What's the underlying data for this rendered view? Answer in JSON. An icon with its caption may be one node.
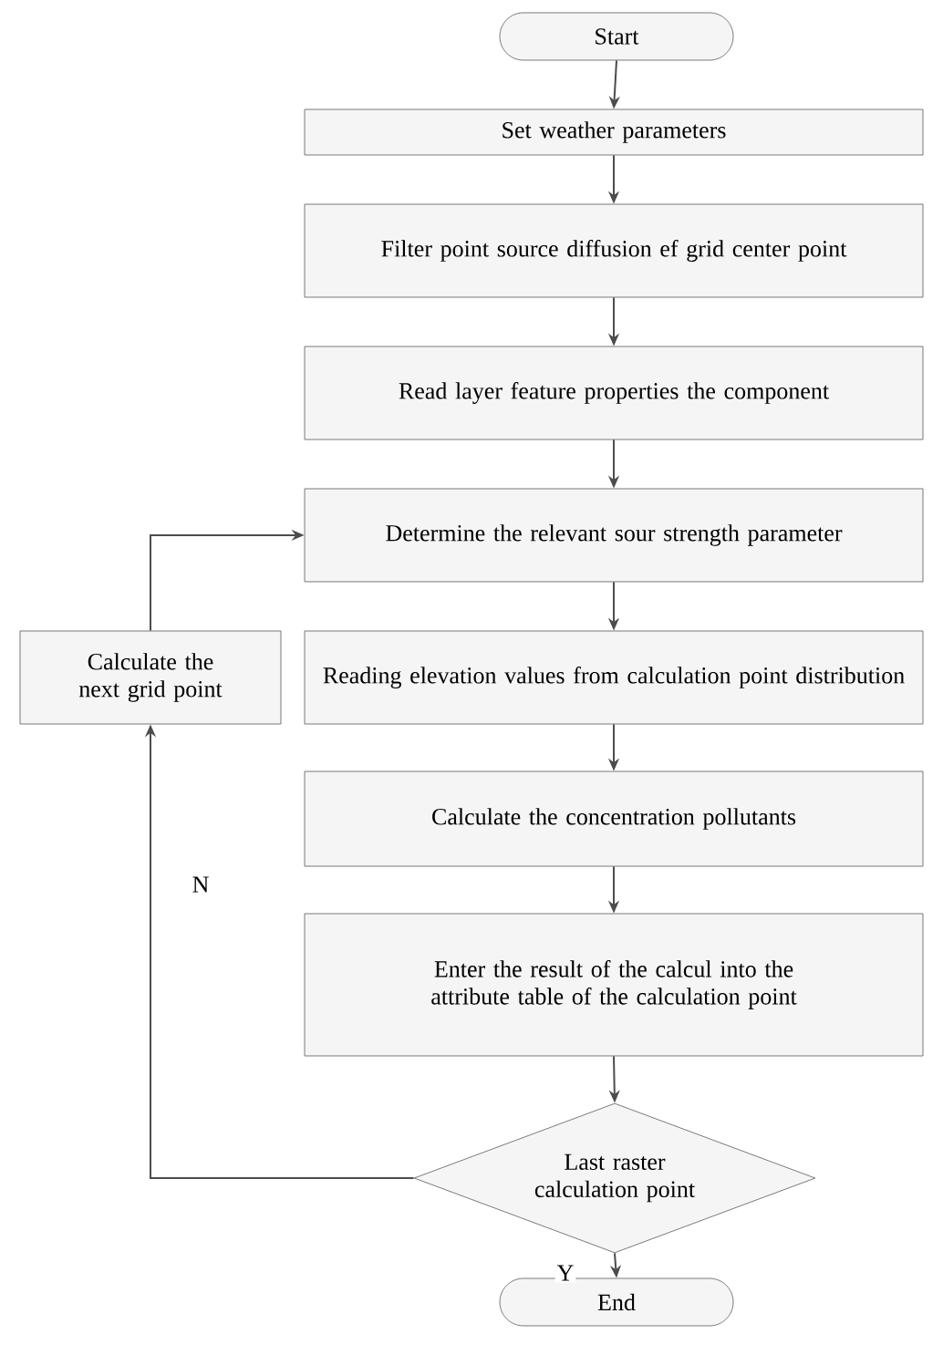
{
  "diagram": {
    "nodes": [
      {
        "text": [
          "Start"
        ]
      },
      {
        "text": [
          "Set weather parameters"
        ]
      },
      {
        "text": [
          "Filter point source diffusion ef grid center point"
        ]
      },
      {
        "text": [
          "Read layer feature properties the component"
        ]
      },
      {
        "text": [
          "Determine the relevant sour strength parameter"
        ]
      },
      {
        "text": [
          "Calculate the next grid point"
        ]
      },
      {
        "text": [
          "Reading elevation values from calculation point distribution"
        ]
      },
      {
        "text": [
          "Calculate the concentration pollutants"
        ]
      },
      {
        "text": [
          "Enter the result of the calcul into the attribute table of the calculation point"
        ]
      },
      {
        "text": [
          "Last raster calculation point"
        ]
      },
      {
        "text": [
          "End"
        ]
      }
    ],
    "edges": [
      {
        "from": 0,
        "to": 1,
        "arrow": "to"
      },
      {
        "from": 1,
        "to": 2,
        "arrow": "to"
      },
      {
        "from": 2,
        "to": 3,
        "arrow": "to"
      },
      {
        "from": 3,
        "to": 4,
        "arrow": "to"
      },
      {
        "from": 4,
        "to": 6,
        "arrow": "to"
      },
      {
        "from": 6,
        "to": 7,
        "arrow": "to"
      },
      {
        "from": 7,
        "to": 8,
        "arrow": "to"
      },
      {
        "from": 8,
        "to": 9,
        "arrow": "to"
      },
      {
        "from": 9,
        "to": 10,
        "label": "Y",
        "arrow": "to"
      },
      {
        "from": 9,
        "to": 5,
        "label": "N",
        "arrow": "to"
      },
      {
        "from": 5,
        "to": 4,
        "arrow": "to"
      }
    ]
  }
}
